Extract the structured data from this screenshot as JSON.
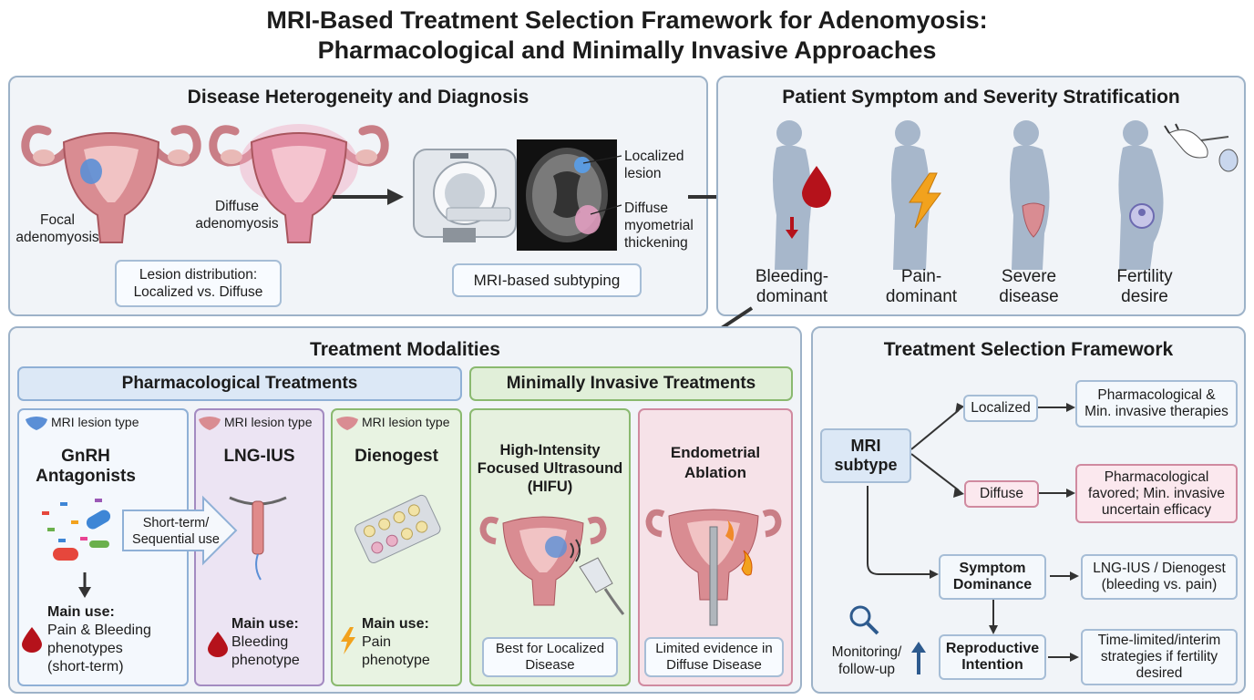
{
  "title": {
    "line1": "MRI-Based Treatment Selection Framework for Adenomyosis:",
    "line2": "Pharmacological and Minimally Invasive Approaches"
  },
  "diagnosis": {
    "title": "Disease Heterogeneity and Diagnosis",
    "focal_label_1": "Focal",
    "focal_label_2": "adenomyosis",
    "diffuse_label_1": "Diffuse",
    "diffuse_label_2": "adenomyosis",
    "distribution_line1": "Lesion distribution:",
    "distribution_line2": "Localized vs. Diffuse",
    "mri_label": "MRI-based subtyping",
    "localized_1": "Localized",
    "localized_2": "lesion",
    "diffuse_1": "Diffuse",
    "diffuse_2": "myometrial",
    "diffuse_3": "thickening"
  },
  "stratification": {
    "title": "Patient Symptom and Severity Stratification",
    "groups": [
      {
        "line1": "Bleeding-",
        "line2": "dominant"
      },
      {
        "line1": "Pain-",
        "line2": "dominant"
      },
      {
        "line1": "Severe",
        "line2": "disease"
      },
      {
        "line1": "Fertility",
        "line2": "desire"
      }
    ]
  },
  "modalities": {
    "title": "Treatment Modalities",
    "pharm_header": "Pharmacological Treatments",
    "mini_header": "Minimally Invasive Treatments",
    "mri_lesion_type": "MRI lesion type",
    "gnrh": {
      "name1": "GnRH",
      "name2": "Antagonists",
      "main_use": "Main use:",
      "use1": "Pain & Bleeding",
      "use2": "phenotypes",
      "use3": "(short-term)"
    },
    "sequential_1": "Short-term/",
    "sequential_2": "Sequential use",
    "lng": {
      "name": "LNG-IUS",
      "main_use": "Main use:",
      "use1": "Bleeding",
      "use2": "phenotype"
    },
    "dienogest": {
      "name": "Dienogest",
      "main_use": "Main use:",
      "use1": "Pain",
      "use2": "phenotype"
    },
    "hifu": {
      "name1": "High-Intensity",
      "name2": "Focused Ultrasound",
      "name3": "(HIFU)",
      "note1": "Best for Localized",
      "note2": "Disease"
    },
    "ablation": {
      "name1": "Endometrial",
      "name2": "Ablation",
      "note1": "Limited evidence in",
      "note2": "Diffuse Disease"
    }
  },
  "framework": {
    "title": "Treatment Selection Framework",
    "mri_1": "MRI",
    "mri_2": "subtype",
    "localized": "Localized",
    "diffuse": "Diffuse",
    "out_localized_1": "Pharmacological &",
    "out_localized_2": "Min. invasive therapies",
    "out_diffuse_1": "Pharmacological",
    "out_diffuse_2": "favored; Min. invasive",
    "out_diffuse_3": "uncertain efficacy",
    "symptom_1": "Symptom",
    "symptom_2": "Dominance",
    "out_symptom_1": "LNG-IUS / Dienogest",
    "out_symptom_2": "(bleeding vs. pain)",
    "repro_1": "Reproductive",
    "repro_2": "Intention",
    "out_repro_1": "Time-limited/interim",
    "out_repro_2": "strategies if fertility",
    "out_repro_3": "desired",
    "monitor_1": "Monitoring/",
    "monitor_2": "follow-up"
  },
  "colors": {
    "pharm": "#dce8f6",
    "mini": "#e1efd9",
    "lng_bg": "#ece4f3",
    "abl_bg": "#f6e2e8",
    "blood": "#b5121b",
    "pain": "#f2a21d"
  }
}
